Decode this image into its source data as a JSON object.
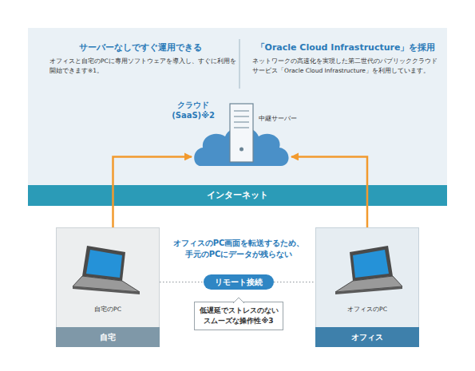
{
  "diagram": {
    "nodes": [
      {
        "text": [
          "サーバーなしですぐ運用できる",
          "オフィスと自宅のPCに専用ソフトウェアを導入し、すぐに利用を開始できます※1。",
          "「Oracle Cloud Infrastructure」を採用",
          "ネットワークの高速化を実現した第二世代のパブリッククラウドサービス「Oracle Cloud Infrastructure」を利用しています。"
        ]
      },
      {
        "text": [
          "クラウド (SaaS)※2",
          "中継サーバー"
        ],
        "in": 0
      },
      {
        "text": [
          "インターネット"
        ]
      },
      {
        "text": [
          "自宅のPC"
        ]
      },
      {
        "text": [
          "自宅"
        ],
        "in": 3
      },
      {
        "text": [
          "オフィスのPC"
        ]
      },
      {
        "text": [
          "オフィス"
        ],
        "in": 5
      },
      {
        "text": [
          "リモート接続"
        ]
      },
      {
        "text": [
          "低遅延でストレスのないスムーズな操作性※3"
        ]
      }
    ],
    "edges": [
      {
        "from": 3,
        "to": 1,
        "arrow": "to"
      },
      {
        "from": 5,
        "to": 1,
        "arrow": "to"
      },
      {
        "from": 3,
        "to": 7,
        "arrow": "none"
      },
      {
        "from": 7,
        "to": 5,
        "arrow": "none"
      }
    ],
    "labels": [
      "オフィスのPC画面を転送するため、手元のPCにデータが残らない"
    ]
  }
}
